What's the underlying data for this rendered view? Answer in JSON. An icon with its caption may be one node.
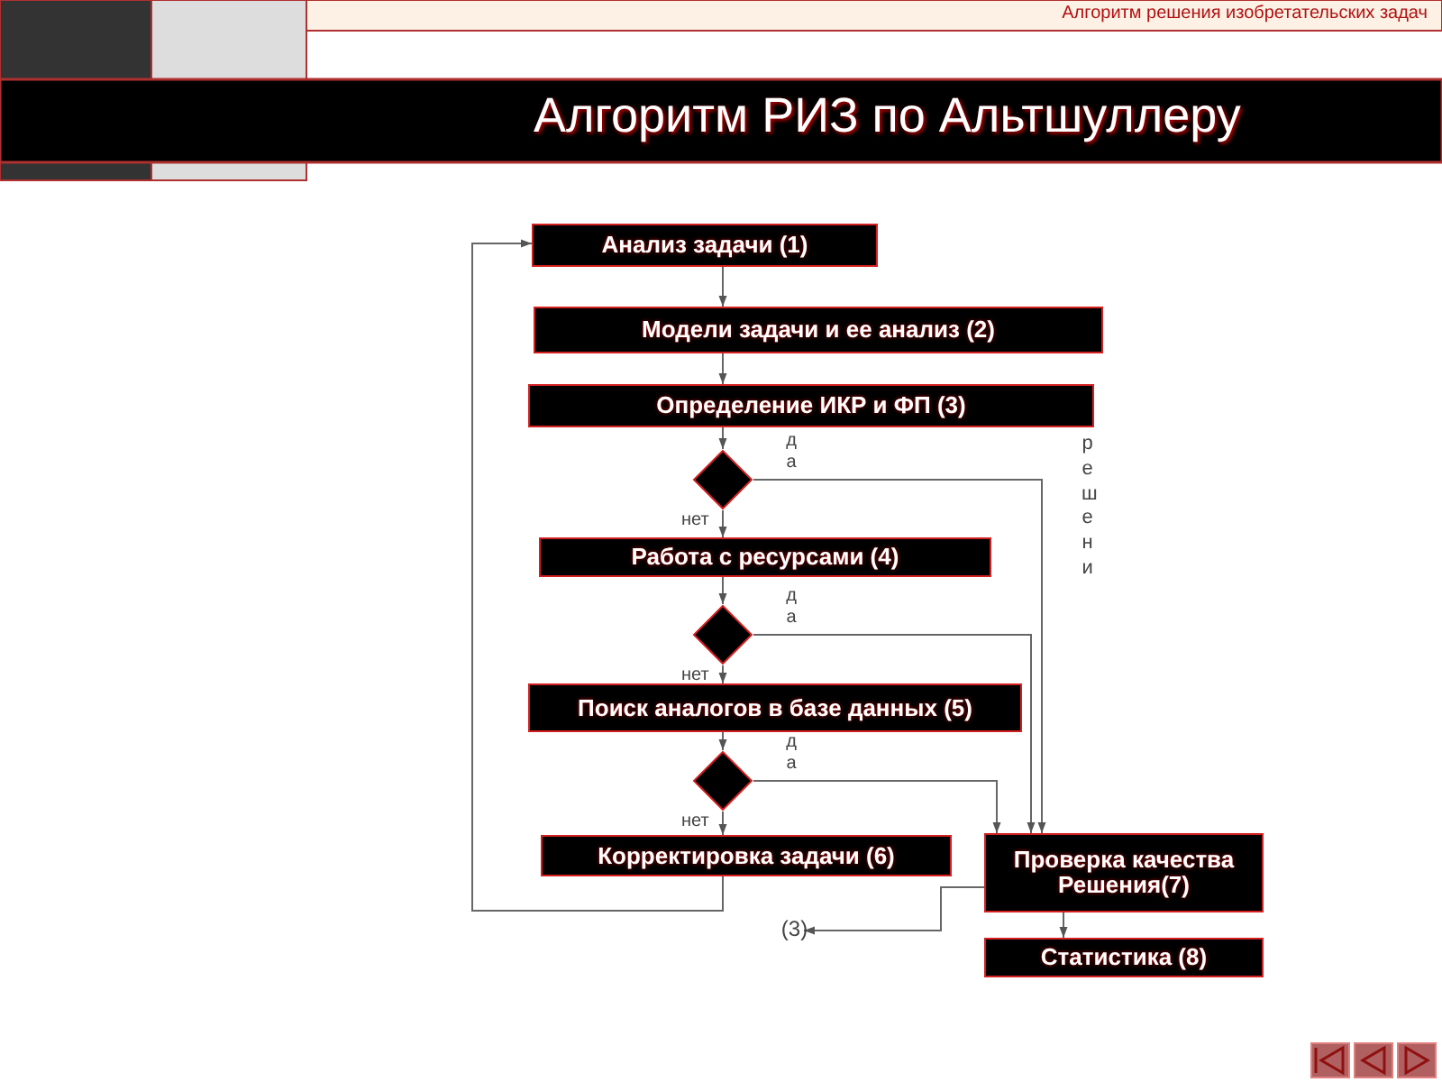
{
  "diagram": {
    "title": "Алгоритм РИЗ по Альтшуллеру",
    "nodes": [
      {
        "text": [
          "Анализ задачи (1)"
        ]
      },
      {
        "text": [
          "Модели задачи и ее анализ (2)"
        ]
      },
      {
        "text": [
          "Определение ИКР и ФП (3)"
        ]
      },
      {
        "text": [],
        "shape": "diamond"
      },
      {
        "text": [
          "Работа с ресурсами (4)"
        ]
      },
      {
        "text": [],
        "shape": "diamond"
      },
      {
        "text": [
          "Поиск аналогов в базе данных (5)"
        ]
      },
      {
        "text": [],
        "shape": "diamond"
      },
      {
        "text": [
          "Корректировка задачи (6)"
        ]
      },
      {
        "text": [
          "Проверка качества Решения(7)"
        ]
      },
      {
        "text": [
          "Статистика (8)"
        ]
      },
      {
        "text": [
          "(3)"
        ]
      }
    ],
    "edges": [
      {
        "from": 0,
        "to": 1,
        "arrow": "to"
      },
      {
        "from": 1,
        "to": 2,
        "arrow": "to"
      },
      {
        "from": 2,
        "to": 3,
        "arrow": "to"
      },
      {
        "from": 3,
        "to": 4,
        "arrow": "to",
        "label": "нет"
      },
      {
        "from": 3,
        "to": 9,
        "arrow": "to",
        "label": "да"
      },
      {
        "from": 4,
        "to": 5,
        "arrow": "to"
      },
      {
        "from": 5,
        "to": 6,
        "arrow": "to",
        "label": "нет"
      },
      {
        "from": 5,
        "to": 9,
        "arrow": "to",
        "label": "да"
      },
      {
        "from": 6,
        "to": 7,
        "arrow": "to"
      },
      {
        "from": 7,
        "to": 8,
        "arrow": "to",
        "label": "нет"
      },
      {
        "from": 7,
        "to": 9,
        "arrow": "to",
        "label": "да"
      },
      {
        "from": 8,
        "to": 0,
        "arrow": "to"
      },
      {
        "from": 9,
        "to": 11,
        "arrow": "to"
      },
      {
        "from": 9,
        "to": 10,
        "arrow": "to"
      }
    ],
    "labels": [
      "Алгоритм решения изобретательских задач",
      "решени"
    ]
  }
}
